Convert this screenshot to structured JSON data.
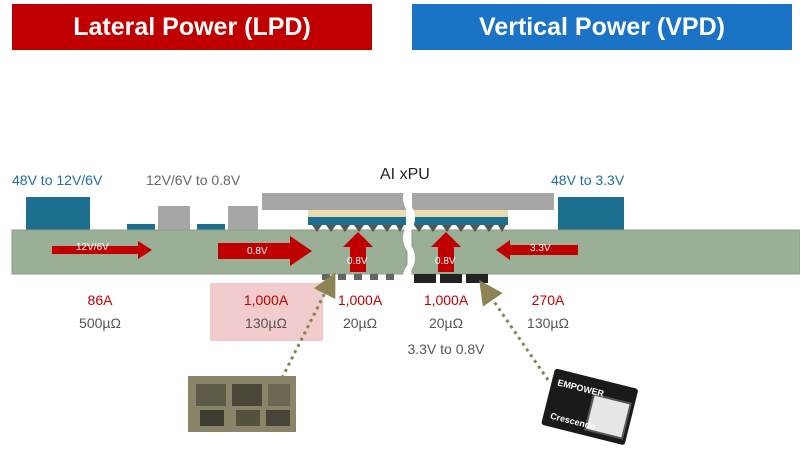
{
  "header": {
    "left_title": "Lateral Power (LPD)",
    "right_title": "Vertical Power (VPD)"
  },
  "lpd": {
    "stage1_label": "48V to 12V/6V",
    "stage2_label": "12V/6V to 0.8V",
    "arrow_12v6v": "12V/6V",
    "arrow_08v_main": "0.8V",
    "arrow_08v_up": "0.8V",
    "col1": {
      "current": "86A",
      "resistance": "500µΩ"
    },
    "col2": {
      "current": "1,000A",
      "resistance": "130µΩ"
    },
    "col3": {
      "current": "1,000A",
      "resistance": "20µΩ"
    }
  },
  "center": {
    "chip_label": "AI xPU"
  },
  "vpd": {
    "stage1_label": "48V to 3.3V",
    "arrow_33v": "3.3V",
    "arrow_08v_up": "0.8V",
    "col1": {
      "current": "1,000A",
      "resistance": "20µΩ",
      "note": "3.3V to 0.8V"
    },
    "col2": {
      "current": "270A",
      "resistance": "130µΩ"
    },
    "module_brand": "EMPOWER",
    "module_name": "Crescendo"
  },
  "colors": {
    "lpd_red": "#c00000",
    "vpd_blue": "#1a73c4",
    "board_green": "#9aaf96",
    "component_teal": "#1c6f8f",
    "chip_gray": "#a6a6a6"
  }
}
